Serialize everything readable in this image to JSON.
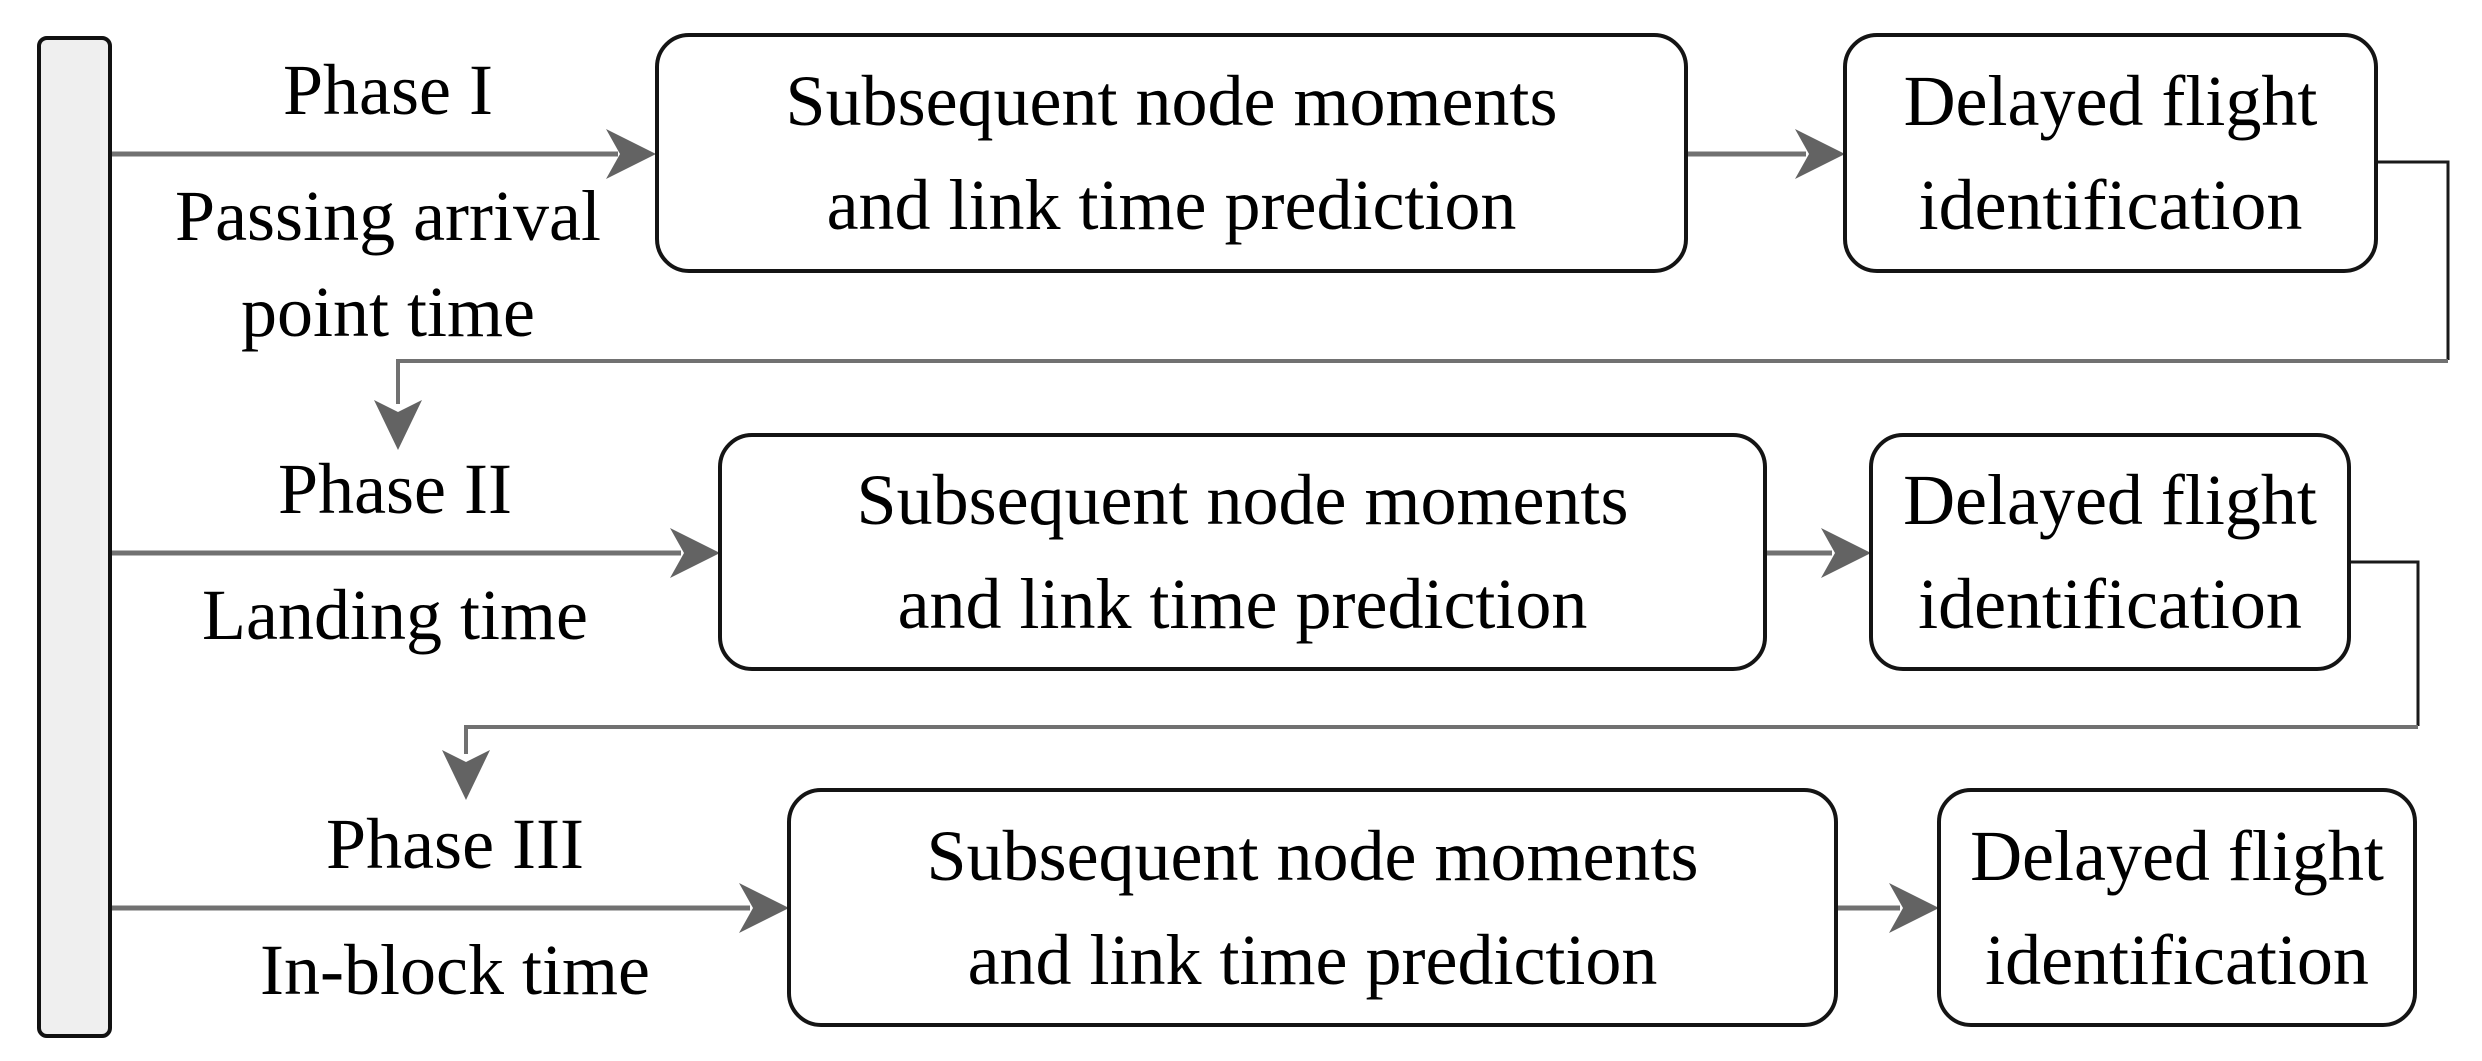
{
  "figure": {
    "colors": {
      "arrow_line": "#717171",
      "arrowhead": "#636363",
      "elbow_line": "#1a1a1a",
      "box_border": "#141414",
      "box_fill": "#ffffff",
      "bar_fill": "#efefef",
      "bar_border": "#111111",
      "text": "#000000",
      "background": "#ffffff"
    },
    "phases": [
      {
        "name": "Phase I",
        "desc_line1": "Passing arrival",
        "desc_line2": "point time",
        "predict_line1": "Subsequent node moments",
        "predict_line2": "and link time prediction",
        "identify_line1": "Delayed flight",
        "identify_line2": "identification"
      },
      {
        "name": "Phase II",
        "desc_line1": "Landing time",
        "predict_line1": "Subsequent node moments",
        "predict_line2": "and link time prediction",
        "identify_line1": "Delayed flight",
        "identify_line2": "identification"
      },
      {
        "name": "Phase III",
        "desc_line1": "In-block time",
        "predict_line1": "Subsequent node moments",
        "predict_line2": "and link time prediction",
        "identify_line1": "Delayed flight",
        "identify_line2": "identification"
      }
    ]
  }
}
